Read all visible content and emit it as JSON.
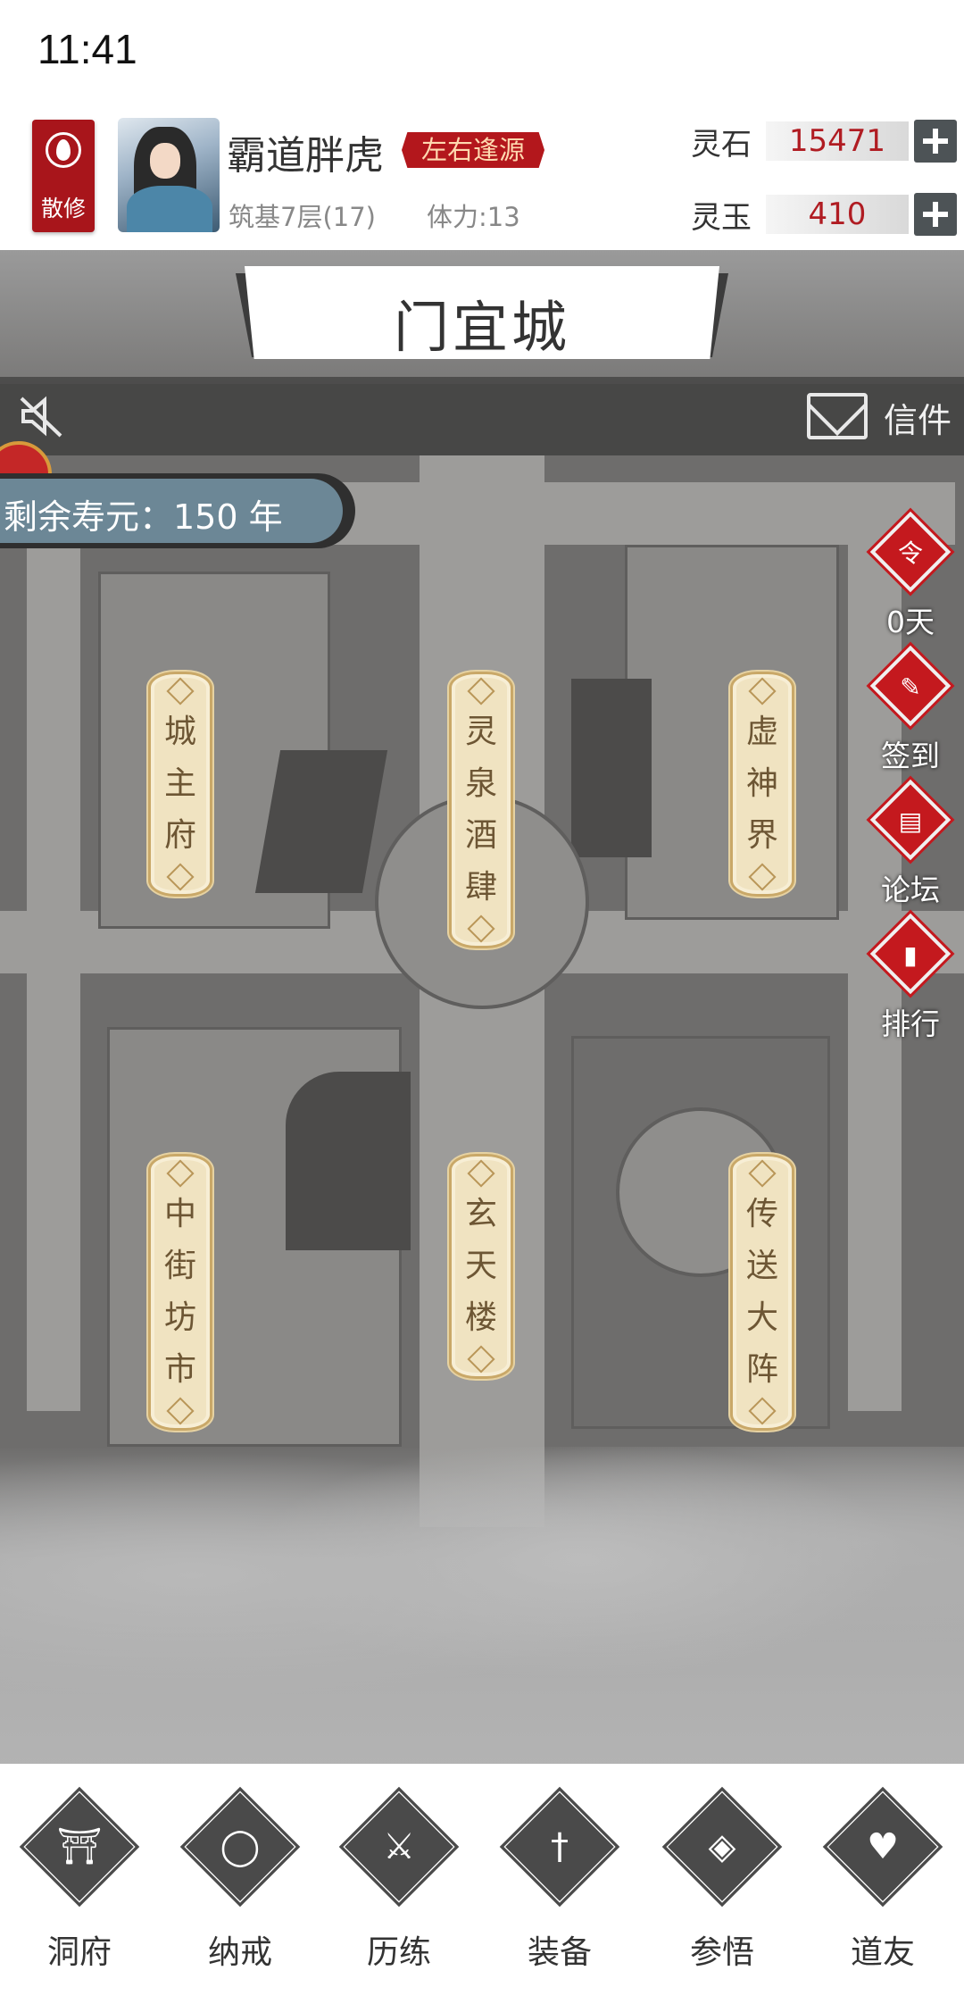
{
  "status_bar": {
    "time": "11:41"
  },
  "header": {
    "sect_label": "散修",
    "player_name": "霸道胖虎",
    "title_tag": "左右逢源",
    "realm": "筑基7层(17)",
    "stamina": "体力:13",
    "resources": [
      {
        "label": "灵石",
        "value": "15471"
      },
      {
        "label": "灵玉",
        "value": "410"
      }
    ]
  },
  "map": {
    "city_name": "门宜城",
    "mail_label": "信件",
    "lifespan": "剩余寿元：150 年",
    "locations": [
      {
        "name": "城主府",
        "chars": [
          "城",
          "主",
          "府"
        ]
      },
      {
        "name": "灵泉酒肆",
        "chars": [
          "灵",
          "泉",
          "酒",
          "肆"
        ]
      },
      {
        "name": "虚神界",
        "chars": [
          "虚",
          "神",
          "界"
        ]
      },
      {
        "name": "中街坊市",
        "chars": [
          "中",
          "街",
          "坊",
          "市"
        ]
      },
      {
        "name": "玄天楼",
        "chars": [
          "玄",
          "天",
          "楼"
        ]
      },
      {
        "name": "传送大阵",
        "chars": [
          "传",
          "送",
          "大",
          "阵"
        ]
      }
    ],
    "side_buttons": [
      {
        "label": "0天",
        "icon": "token-icon",
        "glyph": "令"
      },
      {
        "label": "签到",
        "icon": "calendar-icon",
        "glyph": "✎"
      },
      {
        "label": "论坛",
        "icon": "book-icon",
        "glyph": "▤"
      },
      {
        "label": "排行",
        "icon": "bar-chart-icon",
        "glyph": "▮"
      }
    ]
  },
  "bottom_nav": [
    {
      "label": "洞府",
      "icon": "gate-icon",
      "glyph": "⛩"
    },
    {
      "label": "纳戒",
      "icon": "ring-icon",
      "glyph": "◯"
    },
    {
      "label": "历练",
      "icon": "crossed-swords-icon",
      "glyph": "⚔"
    },
    {
      "label": "装备",
      "icon": "dagger-icon",
      "glyph": "†"
    },
    {
      "label": "参悟",
      "icon": "open-book-icon",
      "glyph": "◈"
    },
    {
      "label": "道友",
      "icon": "handshake-icon",
      "glyph": "♥"
    }
  ],
  "colors": {
    "accent_red": "#c4191e",
    "value_red": "#b01c22",
    "scroll_bg": "#f0e3c1"
  }
}
